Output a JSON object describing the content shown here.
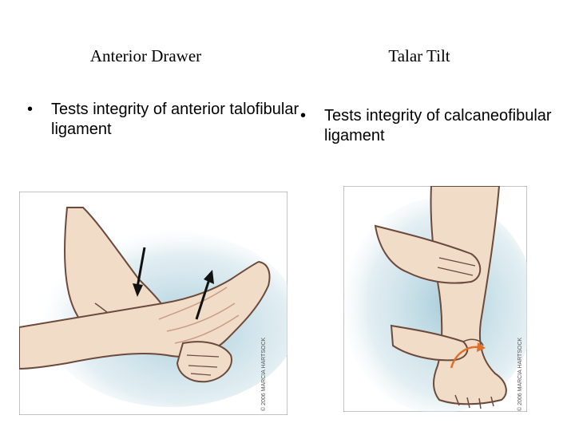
{
  "left": {
    "title": "Anterior Drawer",
    "bullet": "Tests integrity of anterior talofibular ligament",
    "credit": "© 2006 MARCIA HARTSOCK"
  },
  "right": {
    "title": "Talar Tilt",
    "bullet": "Tests integrity of calcaneofibular ligament",
    "credit": "© 2006 MARCIA HARTSOCK"
  },
  "bullet_glyph": "•",
  "colors": {
    "skin": "#f1dcc8",
    "skin_shadow": "#c99d86",
    "outline": "#6b4a3c",
    "bg_blue": "#9ec7d6",
    "arrow": "#111111",
    "rotation_arrow": "#e0702a"
  }
}
